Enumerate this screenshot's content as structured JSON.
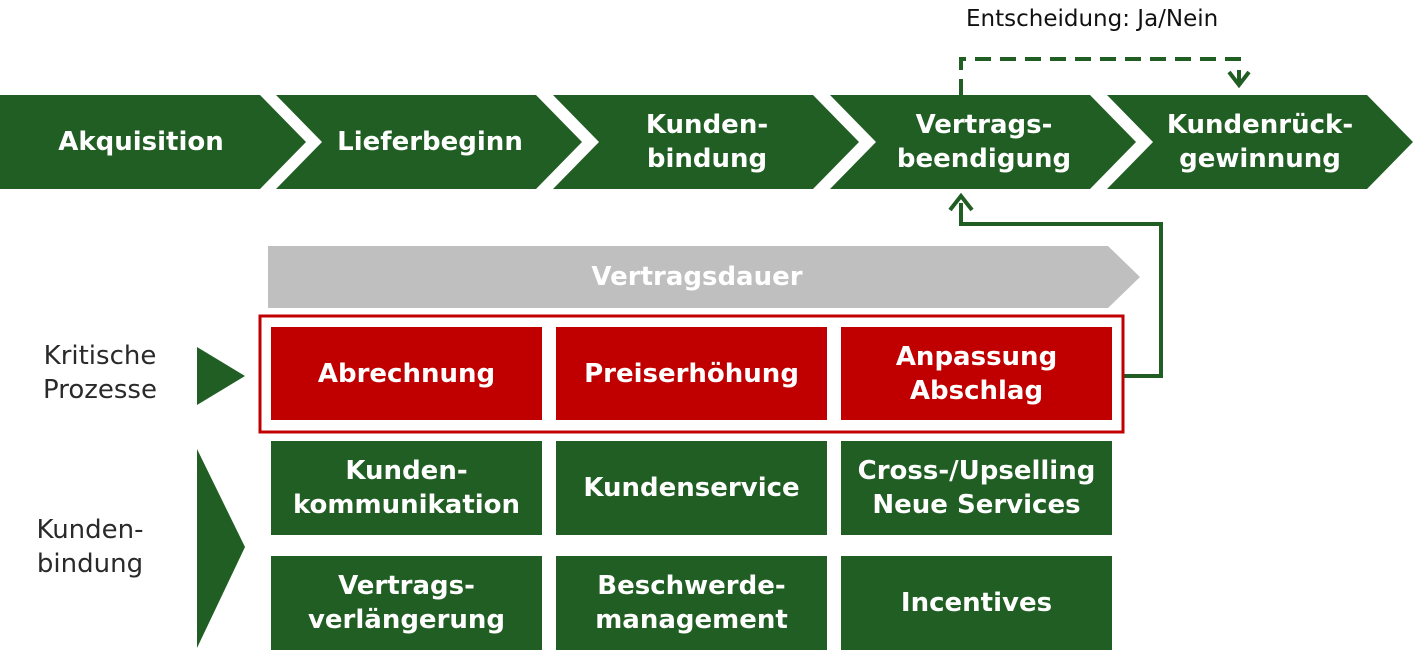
{
  "decision_label": "Entscheidung: Ja/Nein",
  "phases": [
    {
      "label": "Akquisition"
    },
    {
      "label": "Lieferbeginn"
    },
    {
      "label": "Kunden-\nbindung"
    },
    {
      "label": "Vertrags-\nbeendigung"
    },
    {
      "label": "Kundenrück-\ngewinnung"
    }
  ],
  "duration_label": "Vertragsdauer",
  "critical": {
    "label": "Kritische\nProzesse",
    "items": [
      {
        "label": "Abrechnung"
      },
      {
        "label": "Preiserhöhung"
      },
      {
        "label": "Anpassung\nAbschlag"
      }
    ]
  },
  "retention": {
    "label": "Kunden-\nbindung",
    "items": [
      {
        "label": "Kunden-\nkommunikation"
      },
      {
        "label": "Kundenservice"
      },
      {
        "label": "Cross-/Upselling\nNeue Services"
      },
      {
        "label": "Vertrags-\nverlängerung"
      },
      {
        "label": "Beschwerde-\nmanagement"
      },
      {
        "label": "Incentives"
      }
    ]
  },
  "colors": {
    "green": "#215e24",
    "red": "#c00000",
    "gray": "#bfbfbf"
  }
}
